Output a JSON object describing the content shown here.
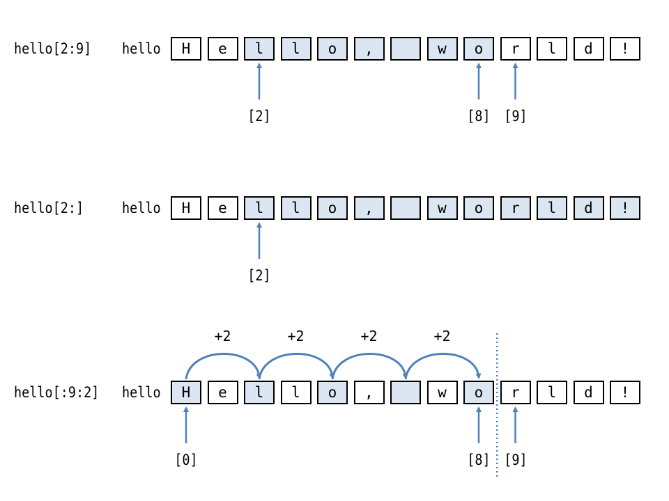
{
  "variable": "hello",
  "chars": [
    "H",
    "e",
    "l",
    "l",
    "o",
    ",",
    "",
    "w",
    "o",
    "r",
    "l",
    "d",
    "!"
  ],
  "colors": {
    "highlight": "#dce6f2",
    "arrow": "#4f81bd"
  },
  "rows": [
    {
      "expression": "hello[2:9]",
      "highlighted": [
        2,
        3,
        4,
        5,
        6,
        7,
        8
      ],
      "pointers": [
        {
          "index": 2,
          "label": "[2]"
        },
        {
          "index": 8,
          "label": "[8]"
        },
        {
          "index": 9,
          "label": "[9]"
        }
      ]
    },
    {
      "expression": "hello[2:]",
      "highlighted": [
        2,
        3,
        4,
        5,
        6,
        7,
        8,
        9,
        10,
        11,
        12
      ],
      "pointers": [
        {
          "index": 2,
          "label": "[2]"
        }
      ]
    },
    {
      "expression": "hello[:9:2]",
      "highlighted": [
        0,
        2,
        4,
        6,
        8
      ],
      "pointers": [
        {
          "index": 0,
          "label": "[0]"
        },
        {
          "index": 8,
          "label": "[8]"
        },
        {
          "index": 9,
          "label": "[9]"
        }
      ],
      "steps": [
        {
          "from": 0,
          "to": 2,
          "label": "+2"
        },
        {
          "from": 2,
          "to": 4,
          "label": "+2"
        },
        {
          "from": 4,
          "to": 6,
          "label": "+2"
        },
        {
          "from": 6,
          "to": 8,
          "label": "+2"
        }
      ],
      "stop_boundary_after_index": 8
    }
  ]
}
